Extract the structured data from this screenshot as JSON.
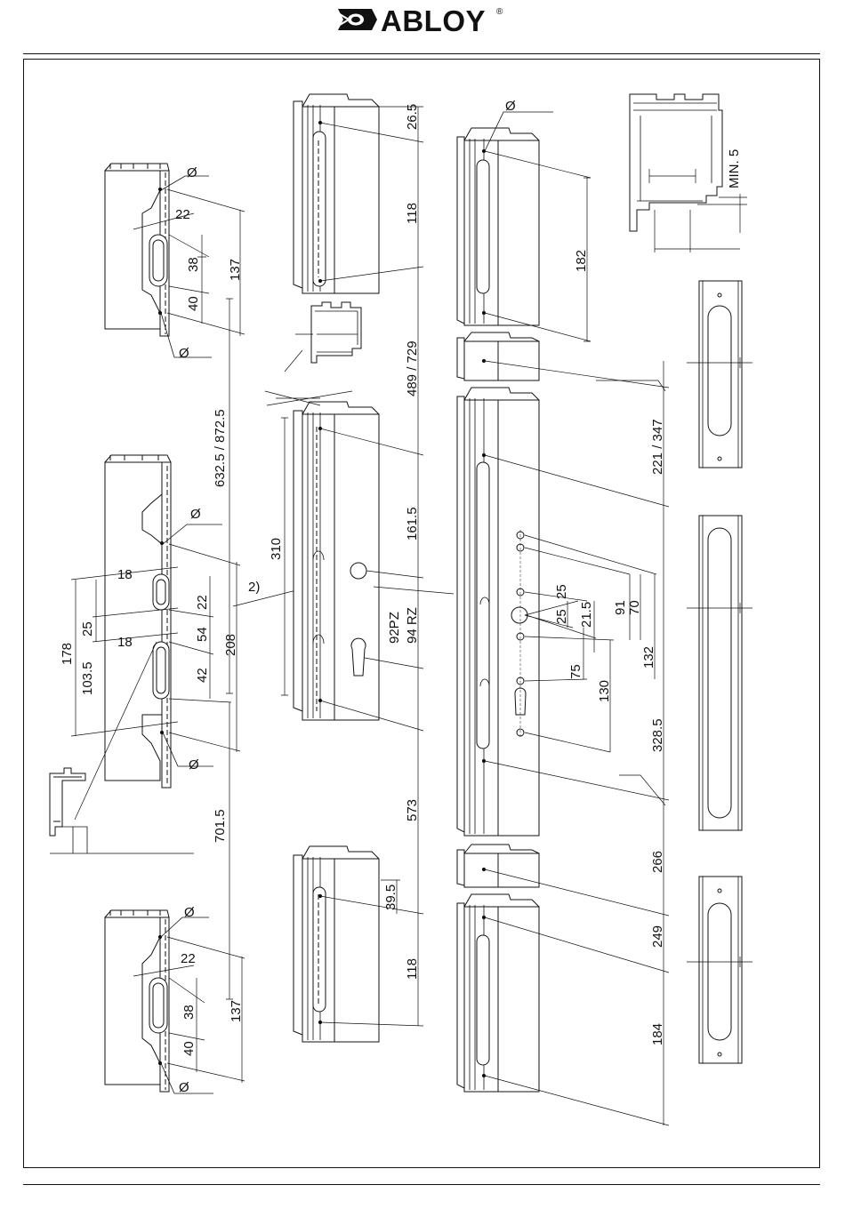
{
  "brand": {
    "name": "ABLOY",
    "registered_mark": "®"
  },
  "labels": {
    "diameter_symbol": "Ø",
    "note_ref": "2)",
    "min_clearance": "MIN. 5",
    "cylinder_pz": "92PZ",
    "cylinder_rz": "94 RZ"
  },
  "dimensions": {
    "top_left": {
      "d22": "22",
      "d38": "38",
      "d40": "40",
      "d137": "137"
    },
    "middle_left": {
      "d18a": "18",
      "d25": "25",
      "d18b": "18",
      "d178": "178",
      "d103_5": "103.5",
      "d22": "22",
      "d54": "54",
      "d42": "42",
      "d208": "208"
    },
    "bottom_left": {
      "d22": "22",
      "d38": "38",
      "d40": "40",
      "d137": "137"
    },
    "left_span": {
      "d632_5": "632.5 / 872.5",
      "d701_5": "701.5"
    },
    "center_column": {
      "d26_5": "26.5",
      "d118_top": "118",
      "d489": "489 / 729",
      "d161_5": "161.5",
      "d310": "310",
      "d573": "573",
      "d39_5": "39.5",
      "d118_bottom": "118"
    },
    "right_column": {
      "d182": "182",
      "d221": "221 / 347",
      "d25a": "25",
      "d25b": "25",
      "d21_5": "21.5",
      "d91": "91",
      "d70": "70",
      "d75": "75",
      "d132": "132",
      "d130": "130",
      "d328_5": "328.5",
      "d266": "266",
      "d249": "249",
      "d184": "184"
    }
  },
  "colors": {
    "line": "#111111",
    "profile_fill": "#ffffff",
    "hatch": "#555555"
  }
}
